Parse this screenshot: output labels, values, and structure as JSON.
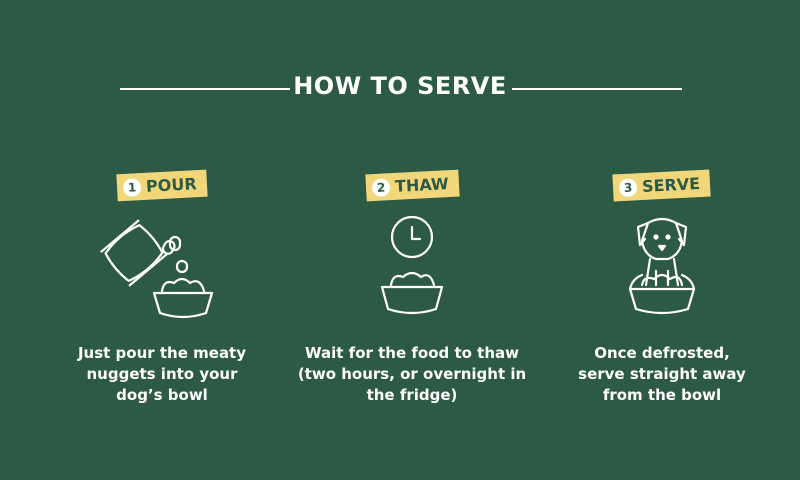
{
  "title": "HOW TO SERVE",
  "steps": [
    {
      "num": "1",
      "label": "POUR",
      "desc": "Just pour the meaty nuggets into your dog’s bowl",
      "icon": "pour-bag-icon"
    },
    {
      "num": "2",
      "label": "THAW",
      "desc": "Wait for the food to thaw (two hours, or overnight in the fridge)",
      "icon": "clock-bowl-icon"
    },
    {
      "num": "3",
      "label": "SERVE",
      "desc": "Once defrosted, serve straight away from the bowl",
      "icon": "dog-bowl-icon"
    }
  ],
  "colors": {
    "background": "#2d5a45",
    "badge": "#f2d77a"
  }
}
